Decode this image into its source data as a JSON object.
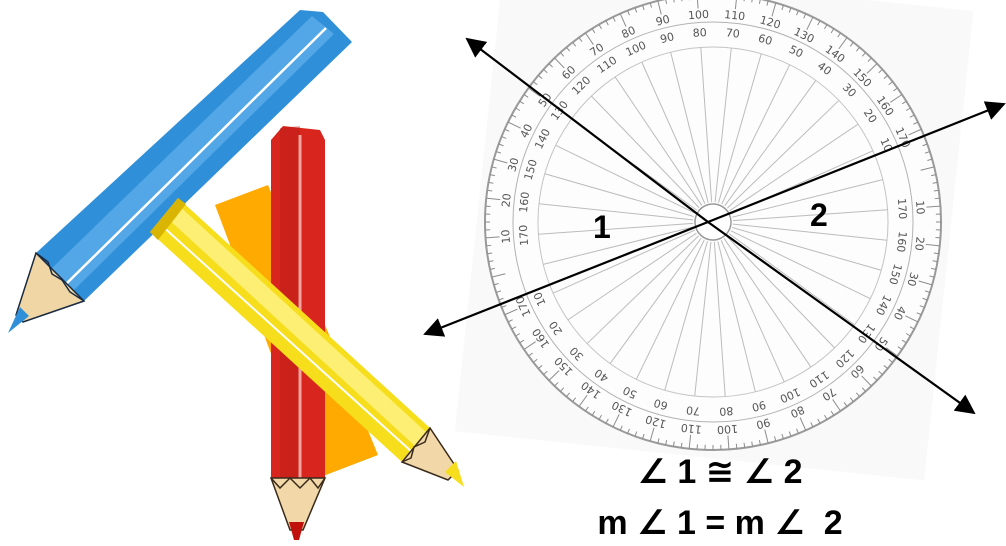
{
  "angle_labels": {
    "angle1": "1",
    "angle2": "2"
  },
  "equations": {
    "congruent": "∠ 1 ≅ ∠ 2",
    "measure": "m ∠ 1 = m ∠  2"
  },
  "protractor": {
    "outer_labels": [
      "10",
      "20",
      "30",
      "40",
      "50",
      "60",
      "70",
      "80",
      "90",
      "100",
      "110",
      "120",
      "130",
      "140",
      "150",
      "160",
      "170"
    ],
    "inner_labels": [
      "170",
      "160",
      "150",
      "140",
      "130",
      "120",
      "110",
      "100",
      "90",
      "80",
      "70",
      "60",
      "50",
      "40",
      "30",
      "20",
      "10"
    ]
  },
  "colors": {
    "pencil_blue": "#2f8fd8",
    "pencil_red": "#d8261e",
    "pencil_yellow": "#f7de1c",
    "triangle_orange": "#ffaa00"
  }
}
